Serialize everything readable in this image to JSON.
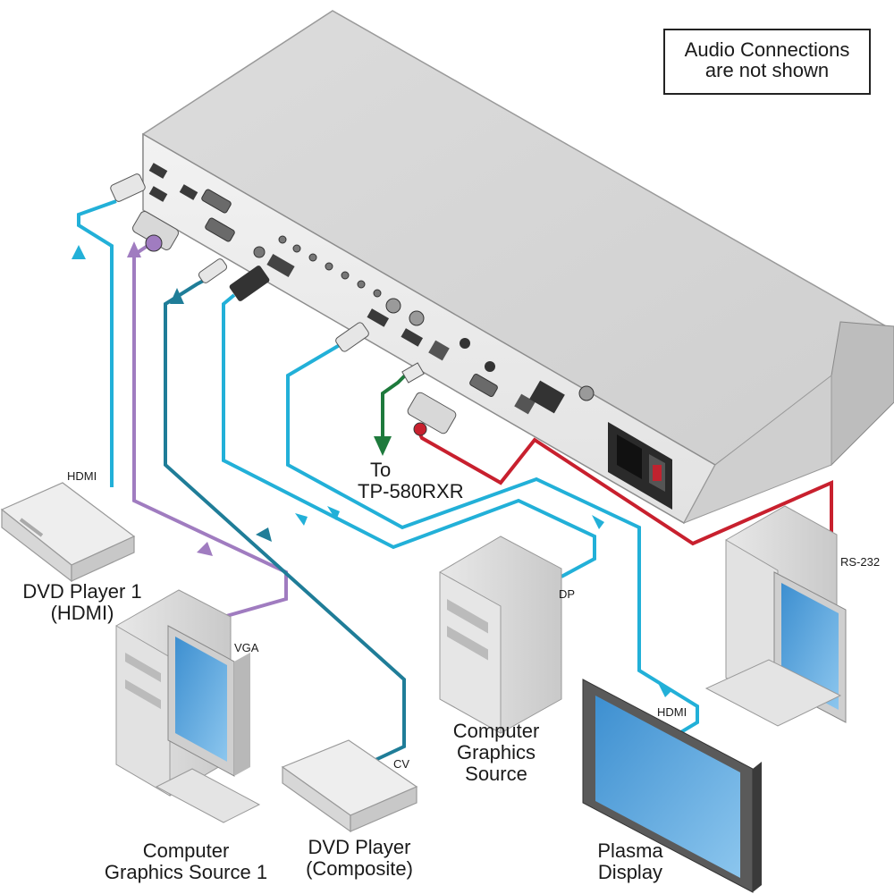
{
  "note": {
    "line1": "Audio Connections",
    "line2": "are not shown"
  },
  "destination": {
    "line1": "To",
    "line2": "TP-580RXR"
  },
  "cable_labels": {
    "hdmi_in": "HDMI",
    "vga": "VGA",
    "cv": "CV",
    "dp": "DP",
    "rs232": "RS-232",
    "hdmi_out": "HDMI"
  },
  "devices": {
    "dvd_player_1": {
      "line1": "DVD Player 1",
      "line2": "(HDMI)"
    },
    "computer_source_1": {
      "line1": "Computer",
      "line2": "Graphics Source 1"
    },
    "dvd_player_composite": {
      "line1": "DVD Player",
      "line2": "(Composite)"
    },
    "computer_source": {
      "line1": "Computer",
      "line2": "Graphics",
      "line3": "Source"
    },
    "plasma_display": {
      "line1": "Plasma",
      "line2": "Display"
    }
  },
  "colors": {
    "hdmi_cable": "#22b0d8",
    "vga_cable": "#a07cc0",
    "cv_cable": "#1f7d98",
    "rs232_cable": "#c8202e",
    "hdbt_cable": "#1e7a3c"
  }
}
